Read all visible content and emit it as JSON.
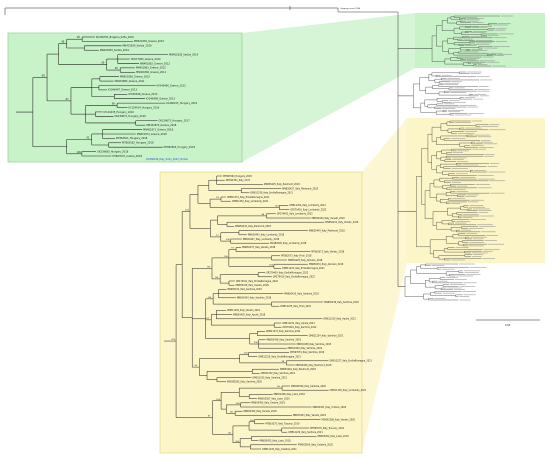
{
  "figure": {
    "outgroup_label": "Outgroup_strain_1994",
    "scale_label": "0.05",
    "colors": {
      "green_panel": "#c8f2c8",
      "green_border": "#9ad89a",
      "yellow_panel": "#fbf5c7",
      "yellow_border": "#e8dc88",
      "branch": "#222222",
      "highlight": "#1f4fd6"
    }
  },
  "green_panel": {
    "highlight_label": "OQ360016_Italy_Sicily_2022_Human",
    "leaves": [
      "KU206781_Bulgaria_Sofia_2016",
      "MN401830_Greece_2019",
      "MN401836_Serbia_2019",
      "MN401839_Serbia_2019",
      "MN401838_Serbia_2019",
      "HQ537483_Greece_2010",
      "MN401862_Greece_2012",
      "MN401863_Greece_2012",
      "MN401860_Greece_2012",
      "MN401856_Greece_2010",
      "MN401865_Greece_2011",
      "KY046496_Greece_2012",
      "KY046497_Greece_2013",
      "KY046498_Greece_2013",
      "KY046499_Greece_2013",
      "KC496015_Hungary_2010",
      "KY124434_Hungary_2016",
      "KY124435_Hungary_2016",
      "OK239672_Hungary_2016",
      "OK239673_Hungary_2017",
      "MN401870_Greece_2018",
      "MN401871_Greece_2018",
      "MN401874_Greece_2018",
      "MT863561_Hungary_2018",
      "MT863562_Hungary_2018",
      "MT863563_Hungary_2018",
      "OK239680_Hungary_2018",
      "MT863570_Austria_2018"
    ],
    "bootstraps": [
      "98",
      "90",
      "99",
      "100",
      "98",
      "99",
      "92",
      "87",
      "98",
      "100",
      "100",
      "100"
    ]
  },
  "yellow_panel": {
    "leaves": [
      "MT863560_Hungary_2018",
      "MH924251_Italy_2017",
      "MN650425_Italy_Piedmont_2018",
      "MN650427_Italy_Piedmont_2018",
      "OM811238_Italy_EmiliaRomagna_2021",
      "OM811251_Italy_EmiliaRomagna_2021",
      "OM811252_Italy_Lombardy_2021",
      "OM811250_Italy_Lombardy_2021",
      "OP279401_Italy_Lombardy_2022",
      "OP279402_Italy_Lombardy_2022",
      "MN650440_Italy_Veneto_2018",
      "MN650441_Italy_Veneto_2018",
      "MN650442_Italy_Piedmont_2018",
      "MN650449_Italy_Piedmont_2018",
      "MN650443_Italy_Lombardy_2018",
      "MN650447_Italy_Lombardy_2018",
      "MK482005_Italy_Lombardy_2018",
      "MN650437_Italy_Veneto_2018",
      "MT863572_Italy_Veneto_2018",
      "MT863573_Italy_Friuli_2018",
      "MN650429_Italy_Abruzzo_2018",
      "MN650431_Italy_Abruzzo_2018",
      "OM811223_Italy_EmiliaRomagna_2021",
      "OP279409_Italy_EmiliaRomagna_2022",
      "OP279410_Italy_EmiliaRomagna_2022",
      "OP279411_Italy_EmiliaRomagna_2022",
      "MN650430_Italy_Veneto_2018",
      "MN650432_Italy_Sardinia_2018",
      "MN650433_Italy_Sardinia_2018",
      "MN650434_Italy_Sardinia_2018",
      "MN650439_Italy_Sardinia_2018",
      "OM811235_Italy_Friuli_2021",
      "OM811236_Italy_Veneto_2021",
      "MN650435_Italy_Apulia_2018",
      "OM811230_Italy_Apulia_2021",
      "OM811231_Italy_Apulia_2021",
      "OP279416_Italy_Sardinia_2022",
      "OM811237_Italy_Sardinia_2021",
      "OM811234_Italy_Sardinia_2021",
      "MN650436_Italy_Sardinia_2018",
      "MN650438_Italy_Sardinia_2018",
      "MN650444_Italy_Sardinia_2019",
      "MT863574_Italy_Sardinia_2019",
      "OM811226_Italy_EmiliaRomagna_2021",
      "OM811227_Italy_EmiliaRomagna_2021",
      "MN650445_Italy_Piedmont_2018",
      "MN650446_Italy_Piedmont_2018",
      "OM811232_Italy_Sardinia_2021",
      "OM811233_Italy_Sardinia_2021",
      "MW092565_Italy_Sardinia_2020",
      "MW092566_Italy_Sardinia_2020",
      "OM811228_Italy_Lombardy_2021",
      "MN650448_Italy_Lazio_2018",
      "MW092567_Italy_Lazio_2020",
      "MN650450_Italy_Umbria_2018",
      "MN650451_Italy_Umbria_2018",
      "MN650452_Italy_Veneto_2018",
      "MN650453_Italy_Veneto_2018",
      "MW092568_Italy_Veneto_2020",
      "MT863575_Italy_Tuscany_2019",
      "MT863576_Italy_Tuscany_2019",
      "OM811229_Italy_Sardinia_2021",
      "MN650454_Italy_Lazio_2018",
      "MN650455_Italy_Lazio_2018",
      "MW092569_Italy_Calabria_2020",
      "OM811239_Italy_Calabria_2021"
    ],
    "bootstraps": [
      "93",
      "100",
      "94",
      "100",
      "97",
      "100",
      "100",
      "100",
      "98",
      "96",
      "100",
      "85",
      "100",
      "77",
      "100",
      "99",
      "98",
      "97",
      "100",
      "98"
    ]
  }
}
